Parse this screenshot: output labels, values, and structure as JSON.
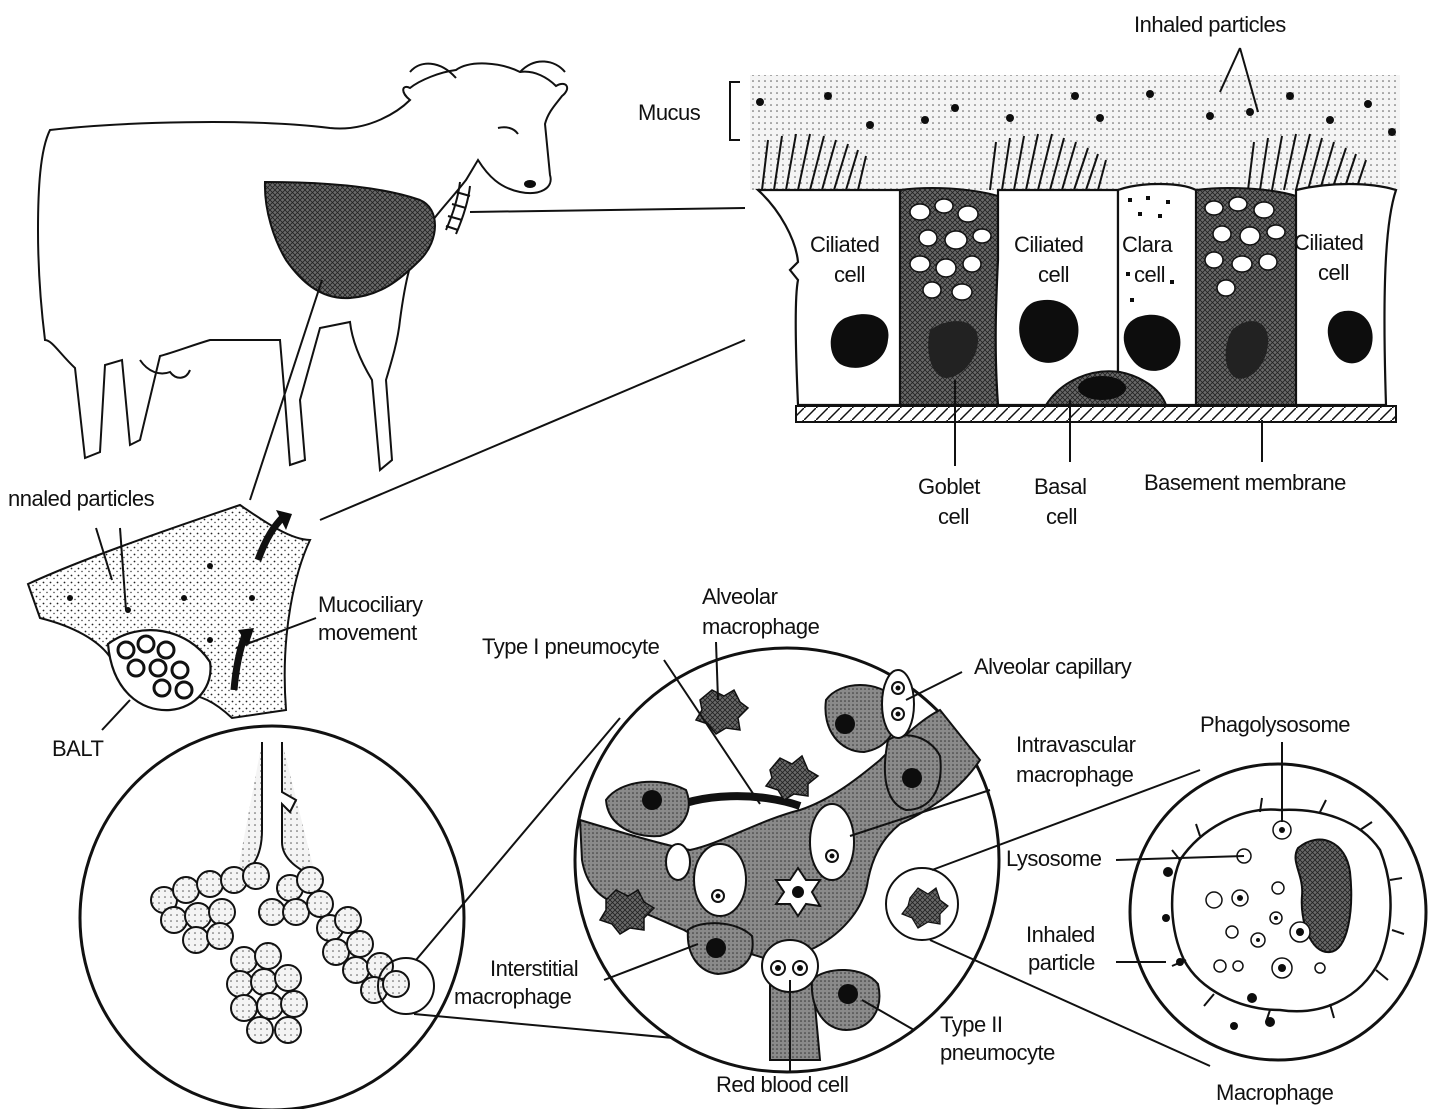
{
  "labels": {
    "inhaled_particles_top": "Inhaled particles",
    "mucus": "Mucus",
    "ciliated_1a": "Ciliated",
    "ciliated_1b": "cell",
    "ciliated_2a": "Ciliated",
    "ciliated_2b": "cell",
    "ciliated_3a": "Ciliated",
    "ciliated_3b": "cell",
    "clara_a": "Clara",
    "clara_b": "cell",
    "goblet_a": "Goblet",
    "goblet_b": "cell",
    "basal_a": "Basal",
    "basal_b": "cell",
    "basement_membrane": "Basement membrane",
    "inhaled_particles_left": "nnaled particles",
    "mucociliary_a": "Mucociliary",
    "mucociliary_b": "movement",
    "balt": "BALT",
    "type1": "Type I pneumocyte",
    "alveolar_mac_a": "Alveolar",
    "alveolar_mac_b": "macrophage",
    "alveolar_capillary": "Alveolar capillary",
    "intravascular_a": "Intravascular",
    "intravascular_b": "macrophage",
    "interstitial_a": "Interstitial",
    "interstitial_b": "macrophage",
    "type2_a": "Type II",
    "type2_b": "pneumocyte",
    "red_blood_cell": "Red blood cell",
    "phagolysosome": "Phagolysosome",
    "lysosome": "Lysosome",
    "inhaled_particle_a": "Inhaled",
    "inhaled_particle_b": "particle",
    "macrophage": "Macrophage"
  }
}
